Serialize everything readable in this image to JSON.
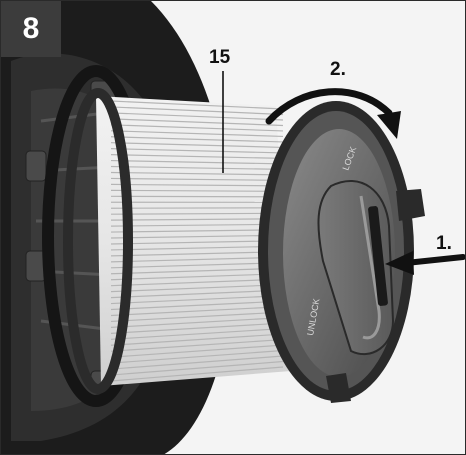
{
  "figure": {
    "step_number": "8",
    "callouts": {
      "part_number": "15",
      "step_rotate": "2.",
      "step_push": "1."
    },
    "cap_labels": {
      "lock_text": "LOCK",
      "unlock_text": "UNLOCK"
    }
  },
  "colors": {
    "badge": "#3c3c3c",
    "filter_pleats": "#e8e8e8",
    "housing_dark": "#1c1c1c",
    "cap_gray": "#6e6e6e",
    "arrow": "#111111"
  },
  "icons": {
    "rotate_arrow": "curved-arrow-icon",
    "push_arrow": "straight-arrow-icon"
  }
}
